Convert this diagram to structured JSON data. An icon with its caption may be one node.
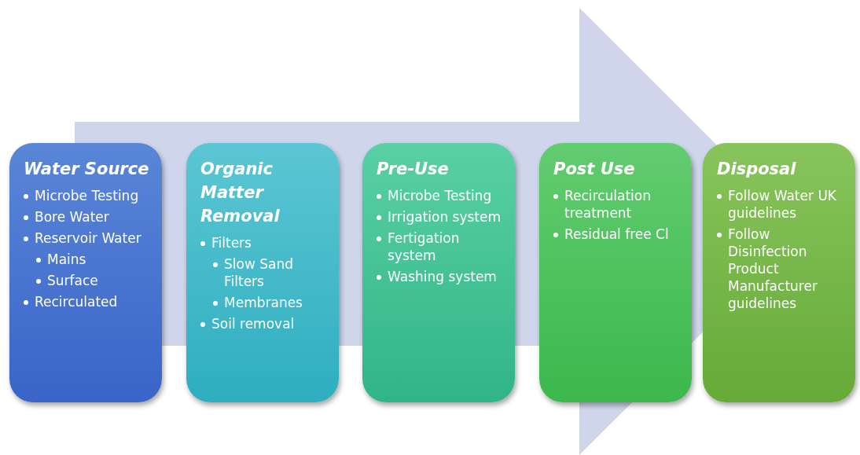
{
  "diagram": {
    "nodes": [
      {
        "text": [
          "Water Source",
          "Microbe Testing",
          "Bore Water",
          "Reservoir Water",
          "Mains",
          "Surface",
          "Recirculated"
        ]
      },
      {
        "text": [
          "Organic Matter Removal",
          "Filters",
          "Slow Sand Filters",
          "Membranes",
          "Soil removal"
        ]
      },
      {
        "text": [
          "Pre-Use",
          "Microbe Testing",
          "Irrigation system",
          "Fertigation system",
          "Washing system"
        ]
      },
      {
        "text": [
          "Post Use",
          "Recirculation treatment",
          "Residual free Cl"
        ]
      },
      {
        "text": [
          "Disposal",
          "Follow Water UK guidelines",
          "Follow Disinfection Product Manufacturer guidelines"
        ]
      }
    ],
    "edges": [
      {
        "from": 0,
        "to": 4,
        "arrow": "to"
      }
    ]
  }
}
